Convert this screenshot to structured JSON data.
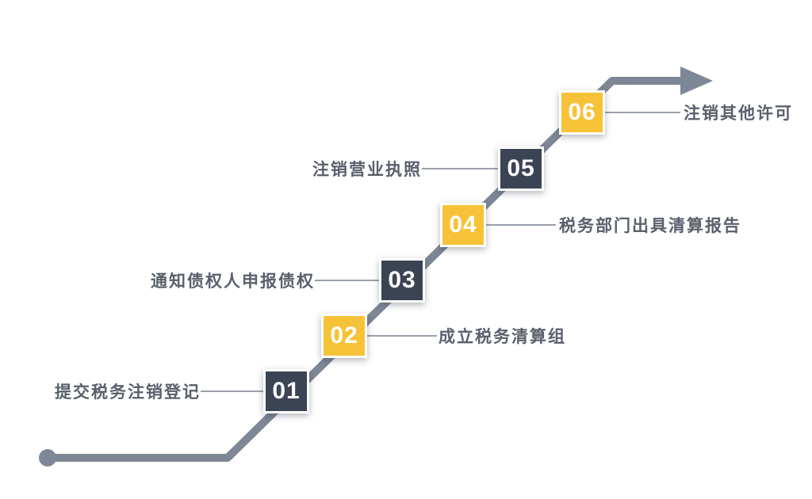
{
  "diagram": {
    "type": "step-flow-staircase",
    "direction": "bottom-left to top-right",
    "steps": [
      {
        "number": "01",
        "label": "提交税务注销登记",
        "box_style": "dark",
        "label_side": "left"
      },
      {
        "number": "02",
        "label": "成立税务清算组",
        "box_style": "yellow",
        "label_side": "right"
      },
      {
        "number": "03",
        "label": "通知债权人申报债权",
        "box_style": "dark",
        "label_side": "left"
      },
      {
        "number": "04",
        "label": "税务部门出具清算报告",
        "box_style": "yellow",
        "label_side": "right"
      },
      {
        "number": "05",
        "label": "注销营业执照",
        "box_style": "dark",
        "label_side": "left"
      },
      {
        "number": "06",
        "label": "注销其他许可",
        "box_style": "yellow",
        "label_side": "right"
      }
    ],
    "colors": {
      "dark_box": "#3B4455",
      "yellow_box": "#F6C237",
      "flow_line": "#7E8795",
      "connector_line": "#9AA1AC",
      "label_text": "#59606C",
      "number_text": "#FFFFFF",
      "background": "#FFFFFF"
    }
  }
}
